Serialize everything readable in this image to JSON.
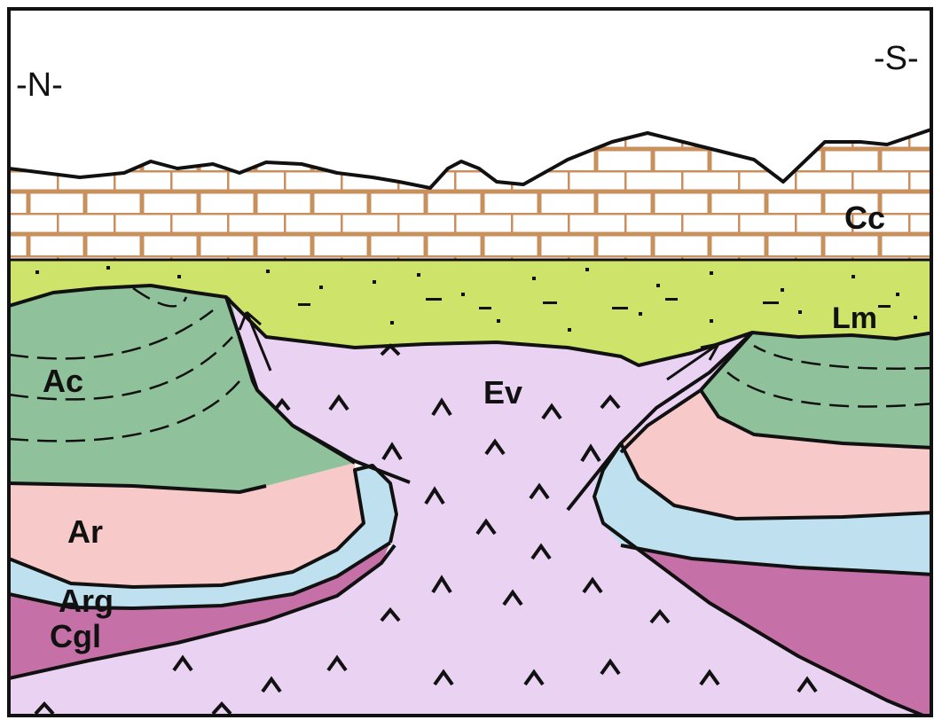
{
  "directions": {
    "north": "-N-",
    "south": "-S-"
  },
  "units": [
    {
      "code": "Cc",
      "color": "#d49a68",
      "pattern": "limestone-bricks"
    },
    {
      "code": "Lm",
      "color": "#cde36a",
      "pattern": "dots-and-dashes"
    },
    {
      "code": "Ac",
      "color": "#8fc29a",
      "pattern": "dashed-bedding"
    },
    {
      "code": "Ar",
      "color": "#f7c9c9",
      "pattern": "none"
    },
    {
      "code": "Arg",
      "color": "#bfe0ef",
      "pattern": "none"
    },
    {
      "code": "Cgl",
      "color": "#c571a8",
      "pattern": "none"
    },
    {
      "code": "Ev",
      "color": "#ead2f2",
      "pattern": "chevrons"
    }
  ],
  "colors": {
    "outline": "#111111",
    "background": "#ffffff",
    "brick_lines": "#c98f5c"
  }
}
